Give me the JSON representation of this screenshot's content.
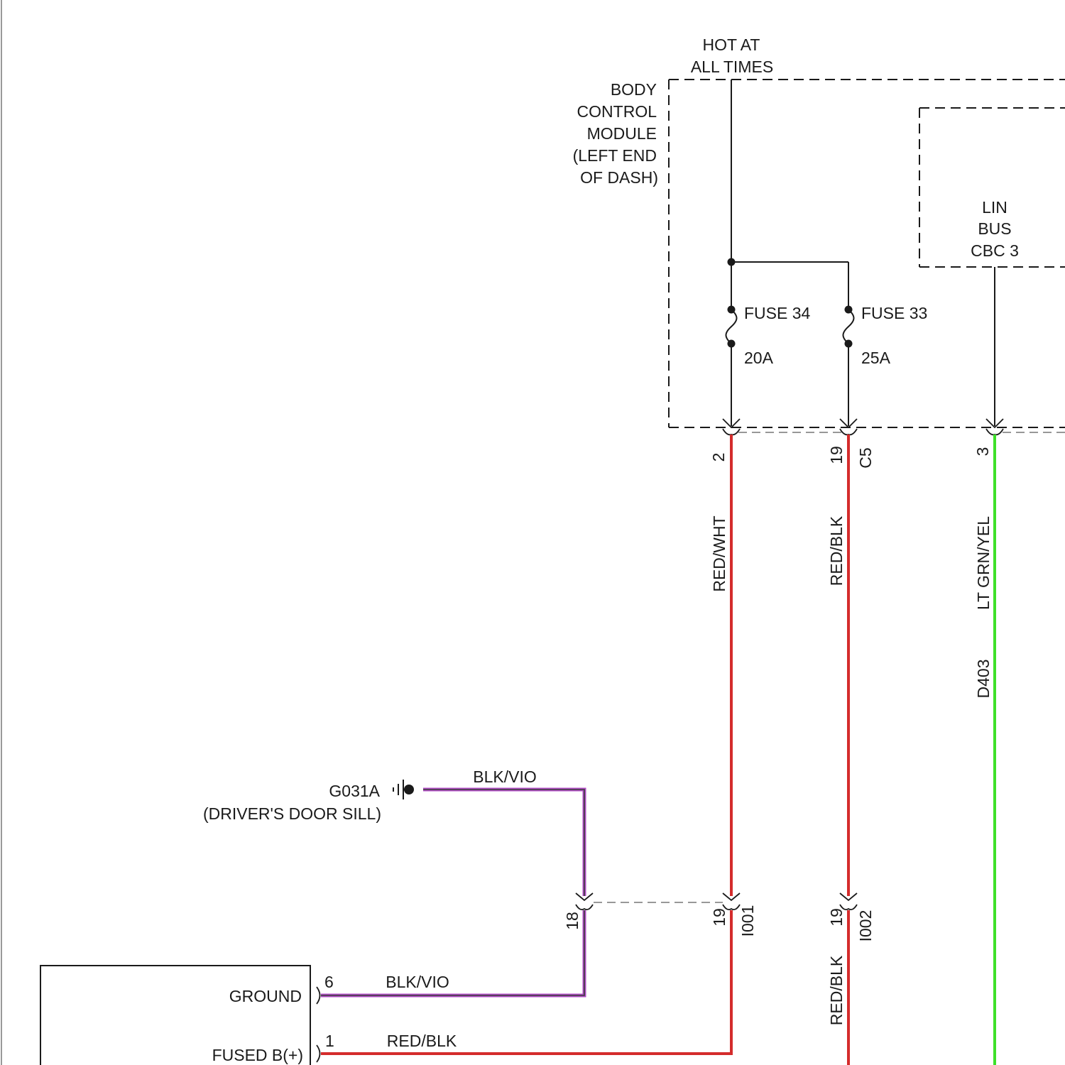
{
  "labels": {
    "hot_at": "HOT AT",
    "all_times": "ALL TIMES",
    "bcm": [
      "BODY",
      "CONTROL",
      "MODULE",
      "(LEFT END",
      "OF DASH)"
    ],
    "lin_bus": [
      "LIN",
      "BUS",
      "CBC 3"
    ],
    "fuse34_name": "FUSE 34",
    "fuse34_rating": "20A",
    "fuse33_name": "FUSE 33",
    "fuse33_rating": "25A",
    "pin_2": "2",
    "pin_19_c5": "19",
    "connector_c5": "C5",
    "pin_3": "3",
    "wire_red_wht": "RED/WHT",
    "wire_red_blk_upper": "RED/BLK",
    "wire_lt_grn_yel": "LT GRN/YEL",
    "circuit_d403": "D403",
    "ground_id": "G031A",
    "ground_location": "(DRIVER'S DOOR SILL)",
    "wire_blk_vio_top": "BLK/VIO",
    "pin_18": "18",
    "pin_19_i001": "19",
    "connector_i001": "I001",
    "pin_19_i002": "19",
    "connector_i002": "I002",
    "wire_red_blk_lower": "RED/BLK",
    "box_ground": "GROUND",
    "box_fused": "FUSED B(+)",
    "pin_6": "6",
    "pin_1": "1",
    "wire_blk_vio_bottom": "BLK/VIO",
    "wire_red_blk_bottom": "RED/BLK"
  },
  "colors": {
    "red_wire": "#d42c2c",
    "green_wire": "#3ee02a",
    "blk_vio_outer": "#b04cc4",
    "blk_vio_inner": "#3c3c3c",
    "line": "#1a1a1a"
  }
}
